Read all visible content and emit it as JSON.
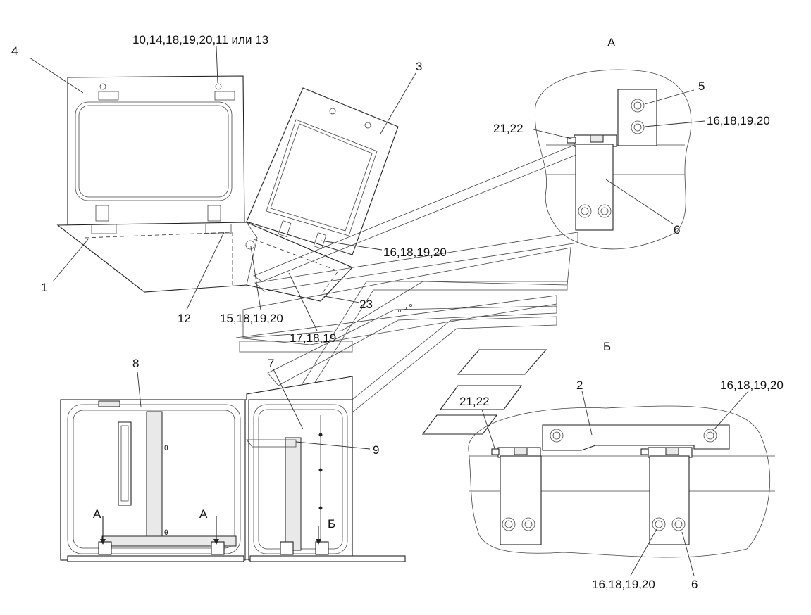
{
  "callouts": {
    "c1": "1",
    "c2": "2",
    "c3": "3",
    "c4": "4",
    "c5": "5",
    "c6a": "6",
    "c6b": "6",
    "c7": "7",
    "c8": "8",
    "c9": "9",
    "c12": "12",
    "c23": "23",
    "fasteners_top": "10,14,18,19,20,11 или 13",
    "f16_mid": "16,18,19,20",
    "f15": "15,18,19,20",
    "f17": "17,18,19",
    "f16_a": "16,18,19,20",
    "f21_a": "21,22",
    "f16_b_top": "16,18,19,20",
    "f21_b": "21,22",
    "f16_b_bottom": "16,18,19,20"
  },
  "views": {
    "view_a_title": "А",
    "view_b_title": "Б",
    "arrow_a1": "А",
    "arrow_a2": "А",
    "arrow_b": "Б"
  }
}
